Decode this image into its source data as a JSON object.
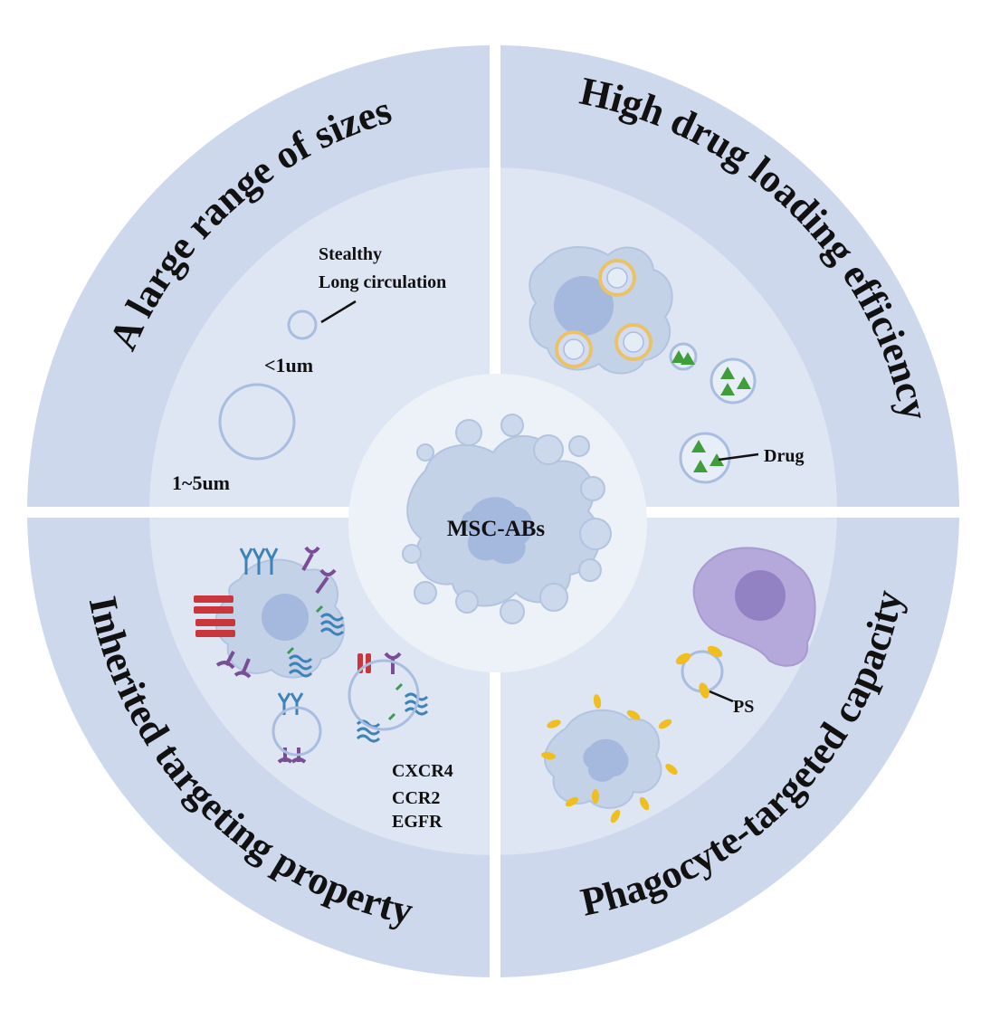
{
  "center": {
    "title": "MSC-ABs"
  },
  "quadrants": {
    "top_left": {
      "title": "A large range of sizes",
      "labels": {
        "stealthy": "Stealthy",
        "long_circulation": "Long circulation",
        "small_size": "<1um",
        "large_size": "1~5um"
      }
    },
    "top_right": {
      "title": "High drug loading efficiency",
      "labels": {
        "drug": "Drug"
      }
    },
    "bottom_left": {
      "title": "Inherited targeting property",
      "labels": {
        "receptor_1": "CXCR4",
        "receptor_2": "CCR2",
        "receptor_3": "EGFR"
      }
    },
    "bottom_right": {
      "title": "Phagocyte-targeted capacity",
      "labels": {
        "ps": "PS"
      }
    }
  },
  "colors": {
    "outer_ring": "#cdd8ec",
    "inner_panel": "#dfe6f3",
    "center_disc": "#edf1f8",
    "cell": "#c4d2e8",
    "nucleus": "#a5b8de",
    "vesicle_stroke": "#a8bde0",
    "drug": "#3f9e3a",
    "ps": "#f0be1e",
    "macrophage": "#b4a9da",
    "receptor_red": "#c9363b",
    "receptor_purple": "#7a4e95",
    "receptor_blue": "#3e82b7",
    "receptor_green": "#3b9a53"
  }
}
